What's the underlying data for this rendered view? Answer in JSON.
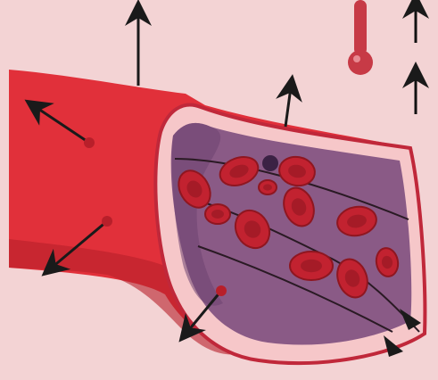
{
  "diagram": {
    "background_color": "#f3d3d4",
    "vessel": {
      "outer_wall_color": "#e1303a",
      "outer_wall_dark_color": "#b81f2a",
      "cut_rim_color": "#f6c7c9",
      "rim_outline_color": "#c0283a",
      "lumen_color": "#8a5a86",
      "lumen_dark_color": "#6e4471"
    },
    "red_blood_cells": {
      "count": 11,
      "color": "#c22230",
      "outline_color": "#8f1620"
    },
    "white_blood_cell": {
      "color": "#3b2244"
    },
    "blood_flow_lines": {
      "count": 3,
      "color": "#2a1a24"
    },
    "heat_loss_arrows": {
      "count": 5,
      "color": "#1a1a1a",
      "direction": "outward"
    },
    "heat_rise_arrows": {
      "count": 2,
      "color": "#111111",
      "direction": "up"
    },
    "thermometer": {
      "icon": "thermometer-icon",
      "color": "#c73a46"
    }
  }
}
